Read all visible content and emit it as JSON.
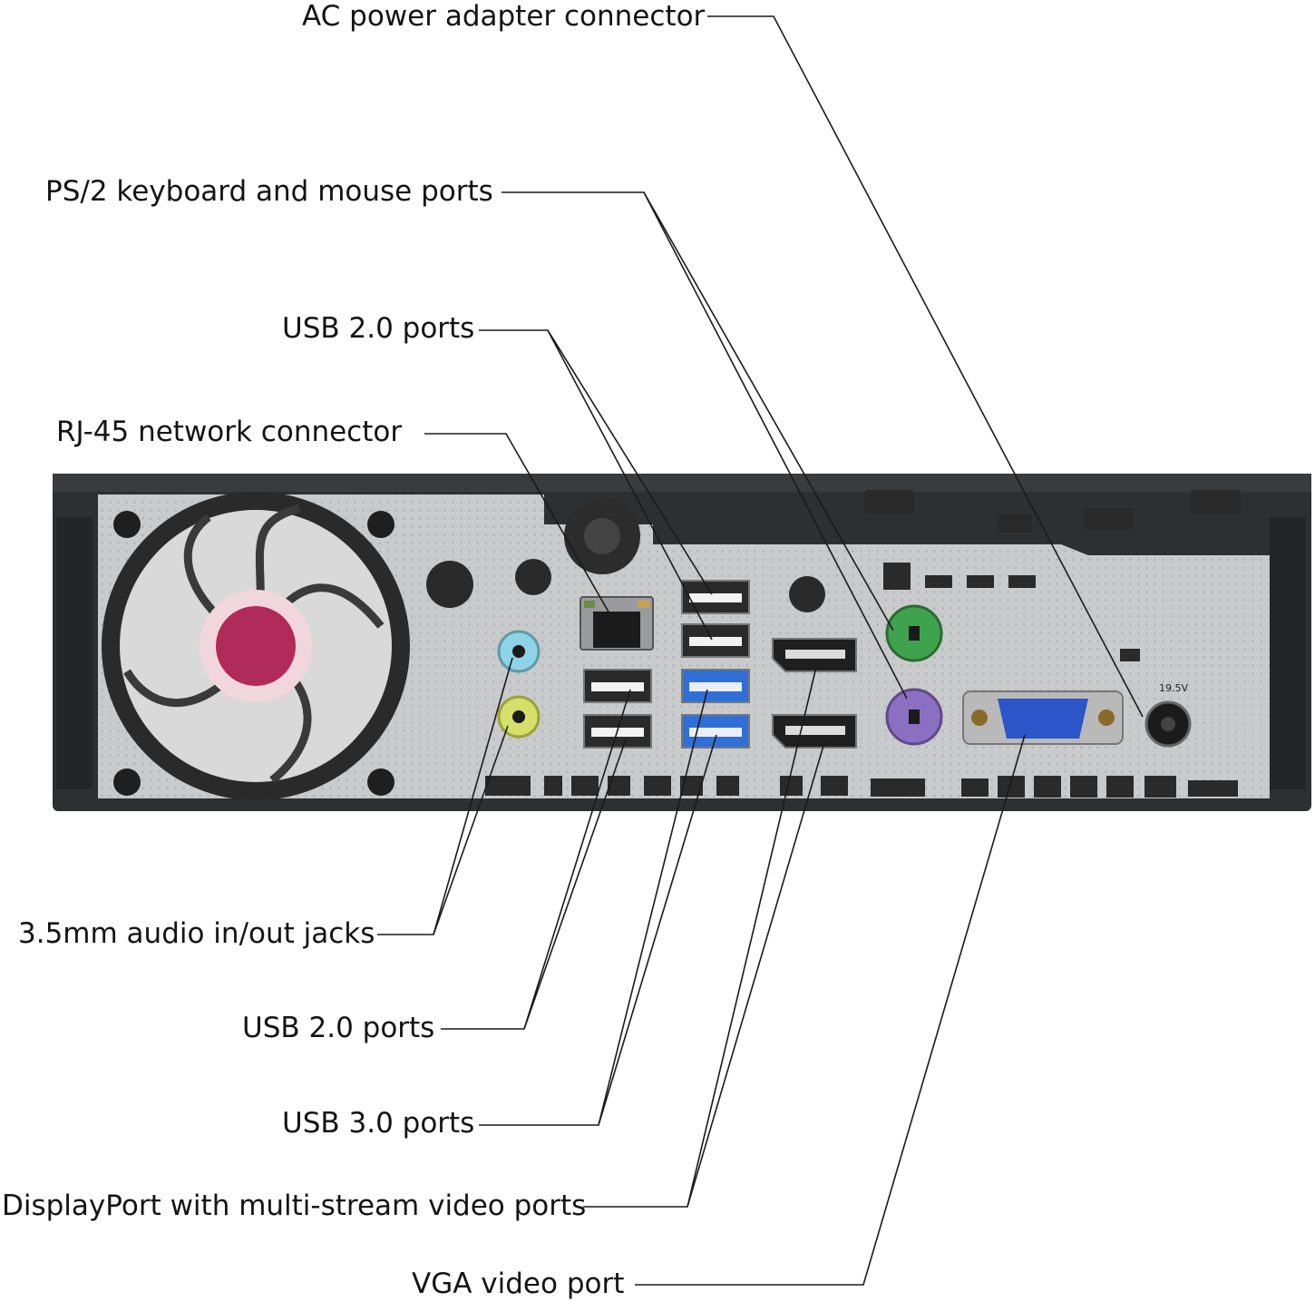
{
  "callouts": {
    "ac_power": "AC power adapter connector",
    "ps2": "PS/2 keyboard and mouse ports",
    "usb2_top": "USB 2.0 ports",
    "rj45": "RJ-45 network connector",
    "audio": "3.5mm audio in/out jacks",
    "usb2_bottom": "USB 2.0 ports",
    "usb3": "USB 3.0 ports",
    "displayport": "DisplayPort with multi-stream video ports",
    "vga": "VGA video port"
  },
  "panel": {
    "power_rating": "19.5V"
  },
  "colors": {
    "chassis": "#2e2f31",
    "io_plate": "#c9cacb",
    "ps2_mouse": "#3fa34d",
    "ps2_keyboard": "#8b6fc0",
    "usb3": "#2f6fd6",
    "vga": "#2b55c8",
    "audio_in": "#8fd3e6",
    "audio_out": "#d6df6a"
  }
}
